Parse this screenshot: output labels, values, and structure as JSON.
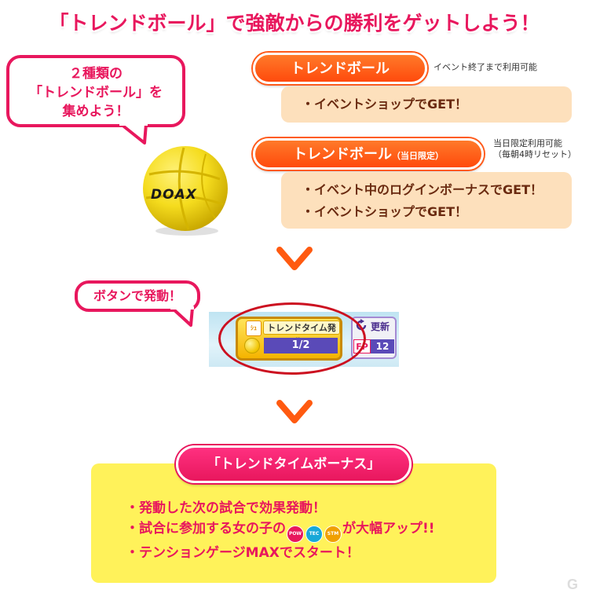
{
  "headline": "「トレンドボール」で強敵からの勝利をゲットしよう！",
  "bubble_collect": [
    "２種類の",
    "「トレンドボール」を",
    "集めよう！"
  ],
  "ball": {
    "brand": "DOAX",
    "color": "#f5dc1e"
  },
  "trend_ball": {
    "label": "トレンドボール",
    "note": "イベント終了まで利用可能",
    "items": [
      "・イベントショップでGET！"
    ]
  },
  "trend_ball_daily": {
    "label": "トレンドボール",
    "label_suffix": "（当日限定）",
    "note_lines": [
      "当日限定利用可能",
      "（毎朝4時リセット）"
    ],
    "items": [
      "・イベント中のログインボーナスでGET！",
      "・イベントショップでGET！"
    ]
  },
  "bubble_button": "ボタンで発動！",
  "game_button": {
    "badge": "ｼｭ",
    "title": "トレンドタイム発動！",
    "progress": "1/2",
    "update_label": "更新",
    "fp_label": "FP",
    "fp_value": "12"
  },
  "bonus": {
    "title": "「トレンドタイムボーナス」",
    "line1": "・発動した次の試合で効果発動！",
    "line2_prefix": "・試合に参加する女の子の",
    "line2_suffix": "が大幅アップ!!",
    "stats": [
      "POW",
      "TEC",
      "STM"
    ],
    "line3": "・テンションゲージMAXでスタート！"
  },
  "watermark": "G",
  "colors": {
    "pink": "#e8175d",
    "orange": "#ff5a1a",
    "peach": "#fde0bc",
    "yellow": "#fff25a"
  }
}
